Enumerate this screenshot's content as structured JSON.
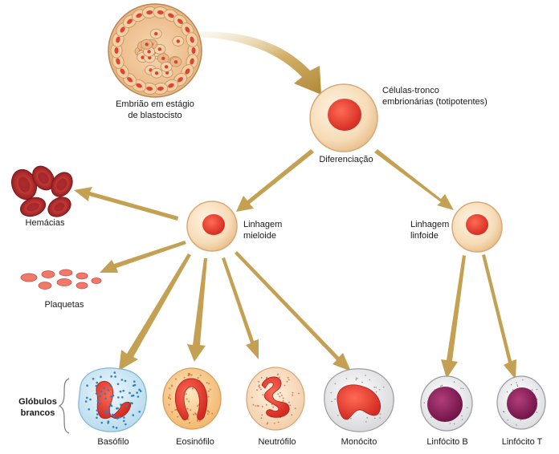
{
  "labels": {
    "embryo_line1": "Embrião em estágio",
    "embryo_line2": "de blastocisto",
    "stem_line1": "Células-tronco",
    "stem_line2": "embrionárias (totipotentes)",
    "differentiation": "Diferenciação",
    "myeloid_line1": "Linhagem",
    "myeloid_line2": "mieloide",
    "lymphoid_line1": "Linhagem",
    "lymphoid_line2": "linfoide",
    "red_cells": "Hemácias",
    "platelets": "Plaquetas",
    "white_cells_line1": "Glóbulos",
    "white_cells_line2": "brancos",
    "basophil": "Basófilo",
    "eosinophil": "Eosinófilo",
    "neutrophil": "Neutrófilo",
    "monocyte": "Monócito",
    "b_lymphocyte": "Linfócito B",
    "t_lymphocyte": "Linfócito T"
  },
  "colors": {
    "arrow": "#c4a052",
    "cell_body": "#f6dcb8",
    "nucleus": "#e8352a",
    "red_blood_cell": "#b3262a",
    "basophil_body": "#cfe8f4",
    "basophil_dots": "#2f7fc0",
    "lymphocyte_nucleus": "#8a1f5a"
  }
}
